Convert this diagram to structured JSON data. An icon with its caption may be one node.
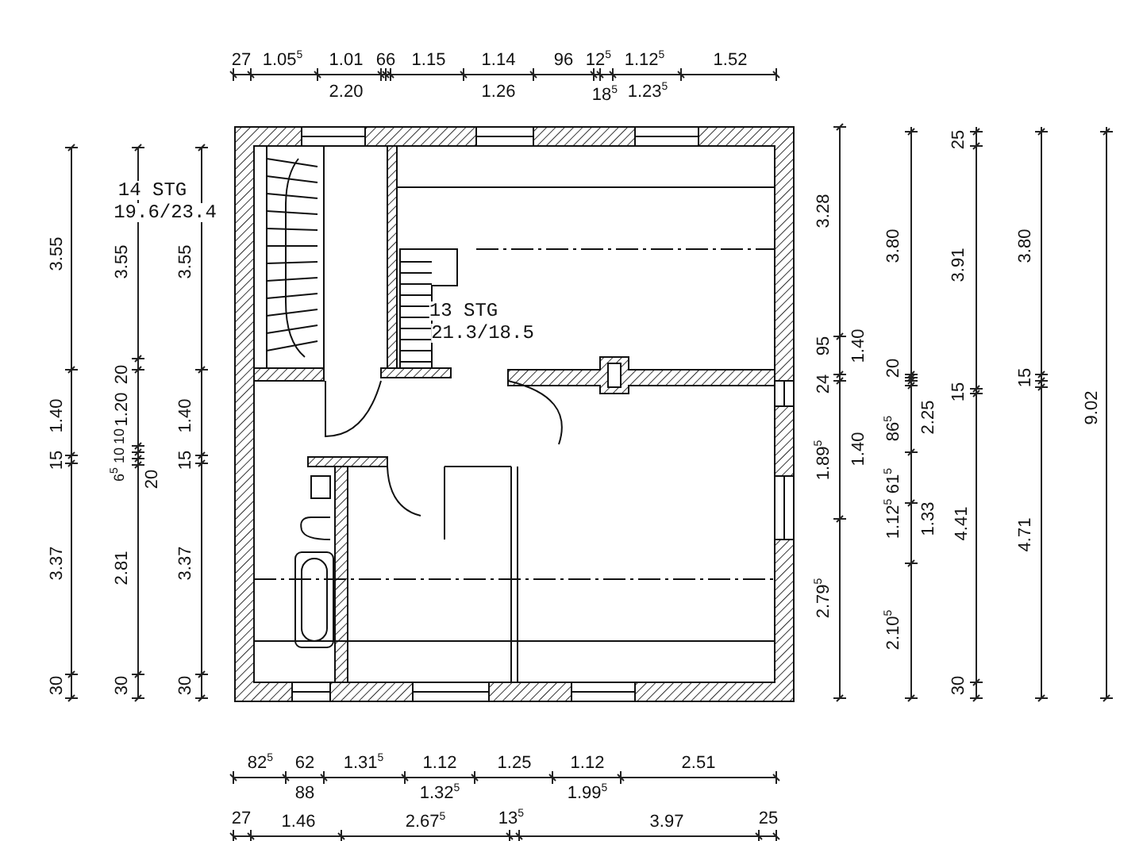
{
  "diagram": {
    "labels": [
      "27",
      "1.05$^{5}$",
      "1.01",
      "66",
      "1.15",
      "1.14",
      "96",
      "12$^{5}$",
      "1.12$^{5}$",
      "1.52",
      "2.20",
      "1.26",
      "18$^{5}$",
      "1.23$^{5}$",
      "3.55",
      "1.40",
      "15",
      "3.37",
      "30",
      "3.55",
      "20",
      "1.20",
      "10",
      "10",
      "6$^{5}$",
      "20",
      "2.81",
      "30",
      "3.55",
      "1.40",
      "15",
      "3.37",
      "30",
      "14 STG",
      "19.6/23.4",
      "13 STG",
      "21.3/18.5",
      "3.28",
      "95",
      "1.40",
      "24",
      "1.89$^{5}$",
      "1.40",
      "2.79$^{5}$",
      "3.80",
      "20",
      "86$^{5}$",
      "2.25",
      "61$^{5}$",
      "1.12$^{5}$",
      "1.33",
      "2.10$^{5}$",
      "25",
      "3.91",
      "15",
      "4.41",
      "30",
      "3.80",
      "15",
      "4.71",
      "9.02",
      "82$^{5}$",
      "62",
      "1.31$^{5}$",
      "1.12",
      "1.25",
      "1.12",
      "2.51",
      "88",
      "1.32$^{5}$",
      "1.99$^{5}$",
      "27",
      "1.46",
      "2.67$^{5}$",
      "13$^{5}$",
      "3.97",
      "25"
    ]
  }
}
